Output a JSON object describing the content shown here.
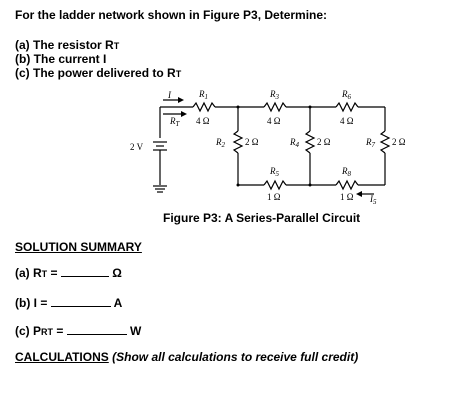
{
  "header": {
    "title": "For the ladder network shown in Figure P3, Determine:",
    "parts": [
      {
        "label": "(a) The resistor R",
        "sub": "T"
      },
      {
        "label": "(b) The current I",
        "sub": ""
      },
      {
        "label": "(c) The power delivered to R",
        "sub": "T"
      }
    ]
  },
  "circuit": {
    "source": "2 V",
    "current_in": "I",
    "rt_label": "R",
    "rt_sub": "T",
    "r1": {
      "name": "R",
      "sub": "1",
      "value": "4 Ω"
    },
    "r2": {
      "name": "R",
      "sub": "2",
      "value": "2 Ω"
    },
    "r3": {
      "name": "R",
      "sub": "3",
      "value": "4 Ω"
    },
    "r4": {
      "name": "R",
      "sub": "4",
      "value": "2 Ω"
    },
    "r5": {
      "name": "R",
      "sub": "5",
      "value": "1 Ω"
    },
    "r6": {
      "name": "R",
      "sub": "6",
      "value": "4 Ω"
    },
    "r7": {
      "name": "R",
      "sub": "7",
      "value": "2 Ω"
    },
    "r8": {
      "name": "R",
      "sub": "8",
      "value": "1 Ω"
    },
    "i5": {
      "name": "I",
      "sub": "5"
    },
    "caption": "Figure P3: A Series-Parallel Circuit"
  },
  "summary": {
    "heading": "SOLUTION SUMMARY",
    "a_label": "(a) R",
    "a_sub": "T",
    "a_eq": " = ",
    "a_unit": "Ω",
    "b_label": "(b)   I = ",
    "b_unit": "A",
    "c_label": "(c)  P",
    "c_sub": "RT",
    "c_eq": " = ",
    "c_unit": "W"
  },
  "calculations": {
    "heading": "CALCULATIONS",
    "note": "(Show all calculations to receive full credit)"
  }
}
